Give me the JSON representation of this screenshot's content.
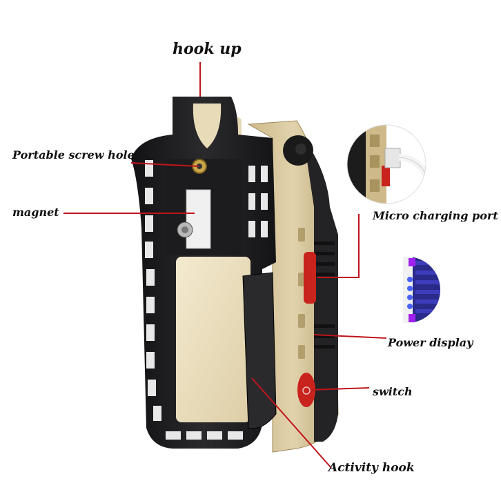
{
  "labels": {
    "hook_up": "hook up",
    "portable_screw_hole": "Portable screw hole",
    "magnet": "magnet",
    "micro_charging_port": "Micro charging port",
    "power_display": "Power display",
    "switch": "switch",
    "activity_hook": "Activity hook"
  },
  "colors": {
    "leader_line": "#c0141c",
    "frame": "#1d1d1f",
    "body_beige": "#d8c79c",
    "lens": "#efe3bf",
    "button_red": "#c8231d",
    "led_blue": "#4a63ff",
    "led_purple": "#a020f0"
  }
}
